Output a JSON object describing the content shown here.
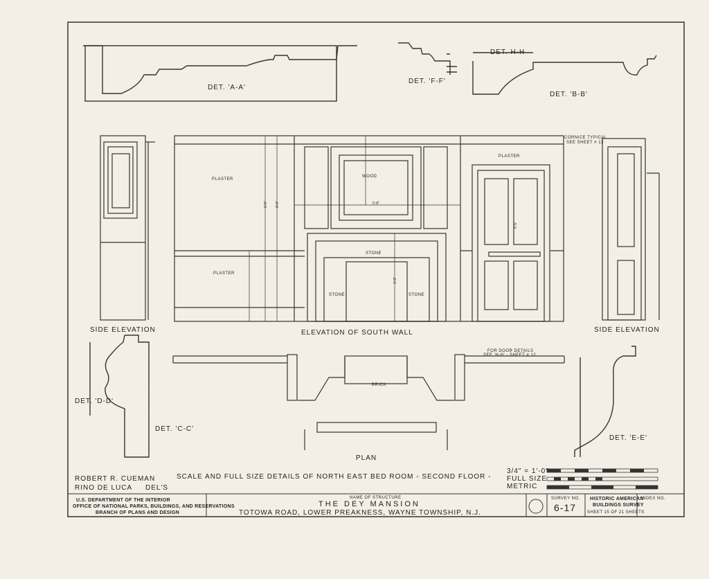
{
  "details": {
    "aa": "DET. 'A-A'",
    "ff": "DET. 'F-F'",
    "hh": "DET. H-H",
    "bb": "DET. 'B-B'",
    "dd": "DET. 'D-D'",
    "cc": "DET. 'C-C'",
    "ee": "DET. 'E-E'"
  },
  "elevations": {
    "side_left": "SIDE ELEVATION",
    "south_wall": "ELEVATION OF SOUTH WALL",
    "side_right": "SIDE ELEVATION",
    "plan": "PLAN"
  },
  "materials": {
    "plaster_upper": "PLASTER",
    "plaster_lower": "PLASTER",
    "wood": "WOOD",
    "stone_top": "STONE",
    "stone_left": "STONE",
    "stone_right": "STONE",
    "plaster_door": "PLASTER",
    "brick": "BRICK"
  },
  "notes": {
    "cornice": "CORNICE TYPICAL",
    "cornice2": "SEE SHEET # 12",
    "door_details": "FOR DOOR DETAILS",
    "door_details2": "SEE 'H-H' - SHEET # 12"
  },
  "caption": "SCALE AND FULL SIZE DETAILS OF NORTH EAST BED ROOM - SECOND FLOOR -",
  "scale": {
    "ratio": "3/4\" = 1'-0\"",
    "full": "FULL SIZE",
    "metric": "METRIC"
  },
  "delineators": {
    "name1": "ROBERT R. CUEMAN",
    "name2": "RINO DE LUCA",
    "dels": "DEL'S"
  },
  "title_block": {
    "agency1": "U.S. DEPARTMENT OF THE INTERIOR",
    "agency2": "OFFICE OF NATIONAL PARKS, BUILDINGS, AND RESERVATIONS",
    "agency3": "BRANCH OF PLANS AND DESIGN",
    "name_label": "NAME OF STRUCTURE",
    "structure": "THE DEY MANSION",
    "location": "TOTOWA ROAD, LOWER PREAKNESS, WAYNE TOWNSHIP, N.J.",
    "survey_label": "SURVEY NO.",
    "survey_no": "6-17",
    "habs1": "HISTORIC AMERICAN",
    "habs2": "BUILDINGS SURVEY",
    "sheet": "SHEET 15 OF 21 SHEETS",
    "index_label": "INDEX NO."
  }
}
